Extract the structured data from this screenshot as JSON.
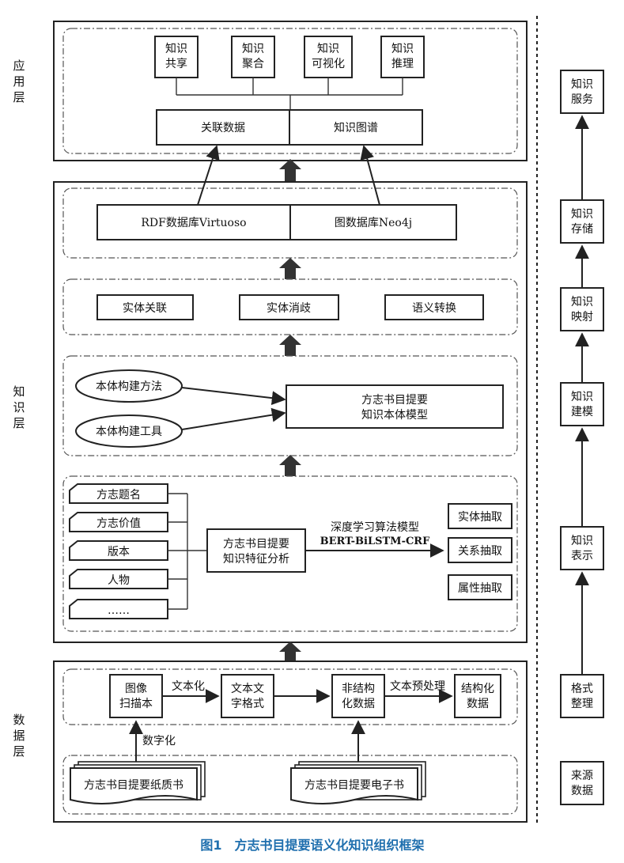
{
  "layers": {
    "application": "应用层",
    "knowledge": "知识层",
    "data": "数据层"
  },
  "application": {
    "tools": [
      "知识\n共享",
      "知识\n聚合",
      "知识\n可视化",
      "知识\n推理"
    ],
    "linked_data": "关联数据",
    "knowledge_graph": "知识图谱"
  },
  "storage": {
    "rdf": "RDF数据库Virtuoso",
    "graph": "图数据库Neo4j"
  },
  "fusion": [
    "实体关联",
    "实体消歧",
    "语义转换"
  ],
  "ontology": {
    "method": "本体构建方法",
    "tool": "本体构建工具",
    "model": "方志书目提要\n知识本体模型"
  },
  "extraction": {
    "features": [
      "方志题名",
      "方志价值",
      "版本",
      "人物",
      "……"
    ],
    "analysis": "方志书目提要\n知识特征分析",
    "model_label": "深度学习算法模型",
    "model_name": "BERT-BiLSTM-CRF",
    "tasks": [
      "实体抽取",
      "关系抽取",
      "属性抽取"
    ]
  },
  "data_process": {
    "scan": "图像\n扫描本",
    "text_format": "文本文\n字格式",
    "unstructured": "非结构\n化数据",
    "structured": "结构化\n数据",
    "to_text": "文本化",
    "preprocess": "文本预处理",
    "digitize": "数字化",
    "paper": "方志书目提要纸质书",
    "ebook": "方志书目提要电子书"
  },
  "flow": [
    "知识\n服务",
    "知识\n存储",
    "知识\n映射",
    "知识\n建模",
    "知识\n表示",
    "格式\n整理",
    "来源\n数据"
  ],
  "caption": "图1　方志书目提要语义化知识组织框架"
}
